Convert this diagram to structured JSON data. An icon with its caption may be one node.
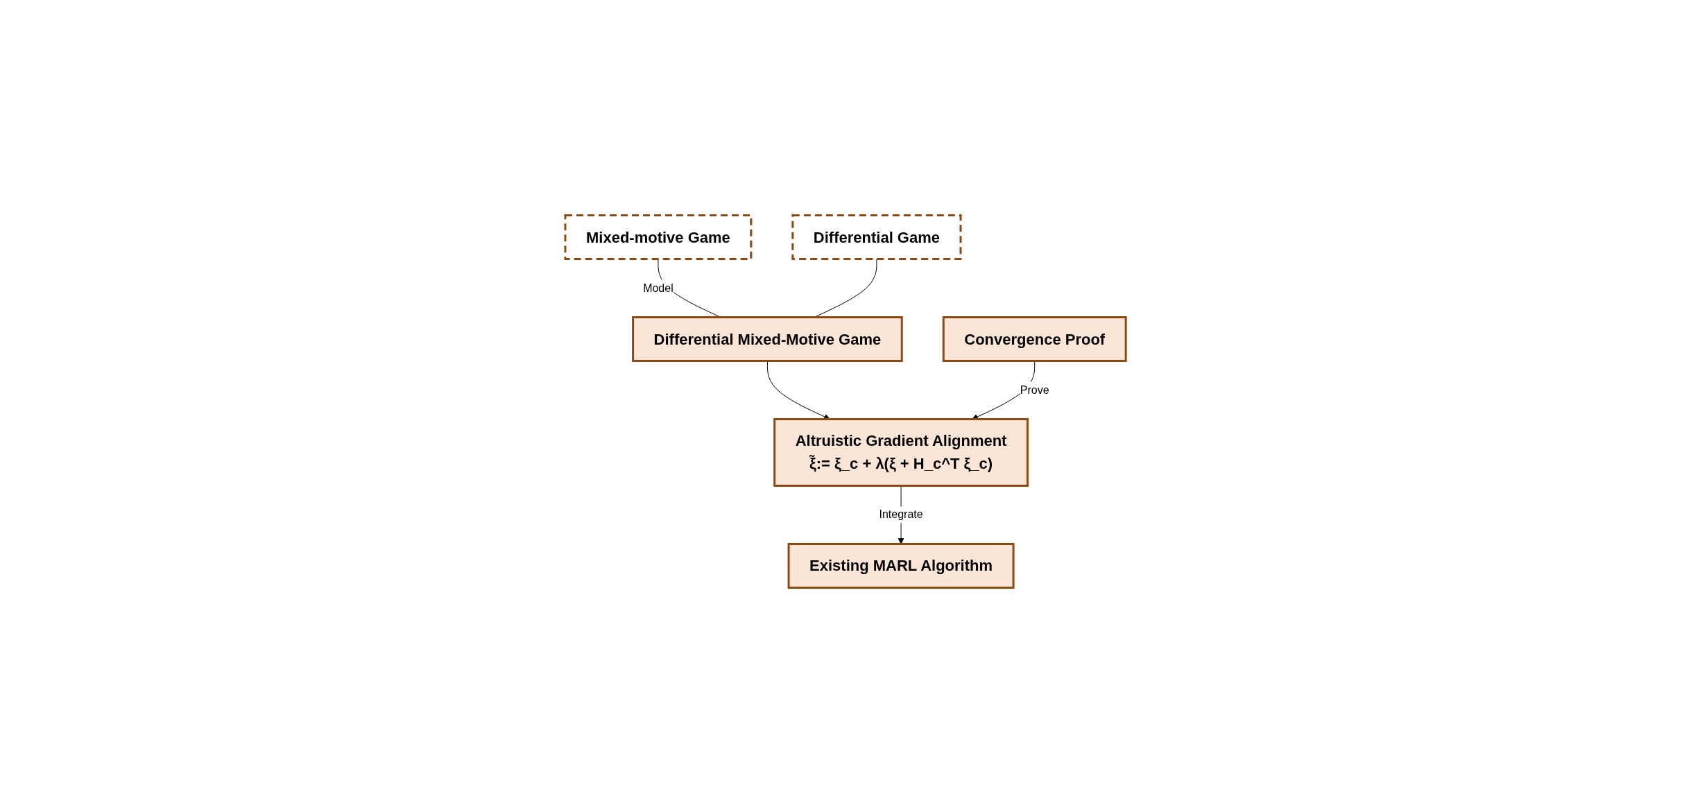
{
  "diagram": {
    "nodes": [
      {
        "text": [
          "Mixed-motive Game"
        ]
      },
      {
        "text": [
          "Differential Game"
        ]
      },
      {
        "text": [
          "Differential Mixed-Motive Game"
        ]
      },
      {
        "text": [
          "Altruistic Gradient Alignment",
          "ξ̃:= ξ_c + λ(ξ + H_c^T ξ_c)"
        ]
      },
      {
        "text": [
          "Convergence Proof"
        ]
      },
      {
        "text": [
          "Existing MARL Algorithm"
        ]
      }
    ],
    "edges": [
      {
        "from": 0,
        "to": 2,
        "arrow": "none",
        "label": "Model"
      },
      {
        "from": 1,
        "to": 2,
        "arrow": "none"
      },
      {
        "from": 2,
        "to": 3,
        "arrow": "to"
      },
      {
        "from": 4,
        "to": 3,
        "arrow": "to",
        "label": "Prove"
      },
      {
        "from": 3,
        "to": 5,
        "arrow": "to",
        "label": "Integrate"
      }
    ]
  }
}
